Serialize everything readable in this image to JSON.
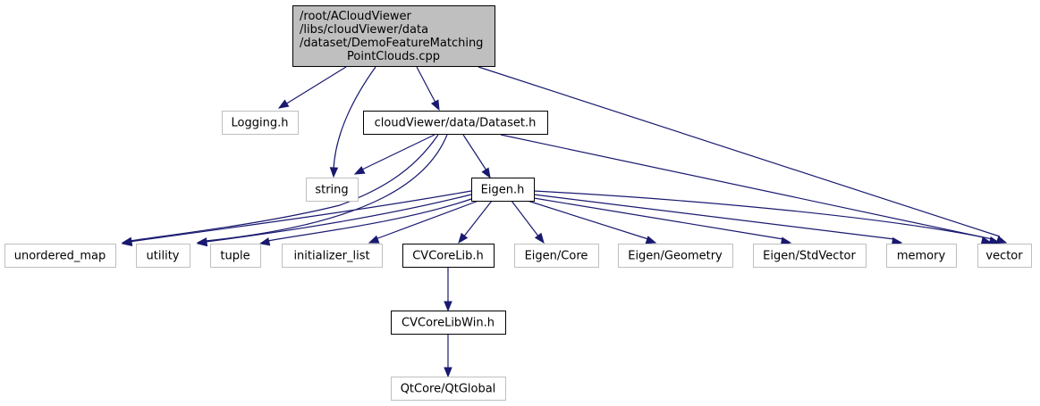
{
  "diagram": {
    "type": "include-dependency-graph",
    "edge_color": "#191970",
    "nodes": [
      {
        "id": "root",
        "label_lines": [
          "/root/ACloudViewer",
          "/libs/cloudViewer/data",
          "/dataset/DemoFeatureMatching",
          "PointClouds.cpp"
        ],
        "style": "root"
      },
      {
        "id": "logging",
        "label_lines": [
          "Logging.h"
        ],
        "style": "nodoc"
      },
      {
        "id": "dataset",
        "label_lines": [
          "cloudViewer/data/Dataset.h"
        ],
        "style": "doc"
      },
      {
        "id": "string",
        "label_lines": [
          "string"
        ],
        "style": "nodoc"
      },
      {
        "id": "eigen",
        "label_lines": [
          "Eigen.h"
        ],
        "style": "doc"
      },
      {
        "id": "unordered_map",
        "label_lines": [
          "unordered_map"
        ],
        "style": "nodoc"
      },
      {
        "id": "utility",
        "label_lines": [
          "utility"
        ],
        "style": "nodoc"
      },
      {
        "id": "tuple",
        "label_lines": [
          "tuple"
        ],
        "style": "nodoc"
      },
      {
        "id": "initializer_list",
        "label_lines": [
          "initializer_list"
        ],
        "style": "nodoc"
      },
      {
        "id": "cvcorelib",
        "label_lines": [
          "CVCoreLib.h"
        ],
        "style": "doc"
      },
      {
        "id": "eigen_core",
        "label_lines": [
          "Eigen/Core"
        ],
        "style": "nodoc"
      },
      {
        "id": "eigen_geometry",
        "label_lines": [
          "Eigen/Geometry"
        ],
        "style": "nodoc"
      },
      {
        "id": "eigen_stdvector",
        "label_lines": [
          "Eigen/StdVector"
        ],
        "style": "nodoc"
      },
      {
        "id": "memory",
        "label_lines": [
          "memory"
        ],
        "style": "nodoc"
      },
      {
        "id": "vector",
        "label_lines": [
          "vector"
        ],
        "style": "nodoc"
      },
      {
        "id": "cvcorelibwin",
        "label_lines": [
          "CVCoreLibWin.h"
        ],
        "style": "doc"
      },
      {
        "id": "qtglobal",
        "label_lines": [
          "QtCore/QtGlobal"
        ],
        "style": "nodoc"
      }
    ],
    "edges": [
      {
        "from": "root",
        "to": "logging"
      },
      {
        "from": "root",
        "to": "string"
      },
      {
        "from": "root",
        "to": "dataset"
      },
      {
        "from": "root",
        "to": "vector"
      },
      {
        "from": "dataset",
        "to": "string"
      },
      {
        "from": "dataset",
        "to": "unordered_map"
      },
      {
        "from": "dataset",
        "to": "utility"
      },
      {
        "from": "dataset",
        "to": "eigen"
      },
      {
        "from": "dataset",
        "to": "vector"
      },
      {
        "from": "eigen",
        "to": "unordered_map"
      },
      {
        "from": "eigen",
        "to": "utility"
      },
      {
        "from": "eigen",
        "to": "tuple"
      },
      {
        "from": "eigen",
        "to": "initializer_list"
      },
      {
        "from": "eigen",
        "to": "cvcorelib"
      },
      {
        "from": "eigen",
        "to": "eigen_core"
      },
      {
        "from": "eigen",
        "to": "eigen_geometry"
      },
      {
        "from": "eigen",
        "to": "eigen_stdvector"
      },
      {
        "from": "eigen",
        "to": "memory"
      },
      {
        "from": "eigen",
        "to": "vector"
      },
      {
        "from": "cvcorelib",
        "to": "cvcorelibwin"
      },
      {
        "from": "cvcorelibwin",
        "to": "qtglobal"
      }
    ]
  }
}
